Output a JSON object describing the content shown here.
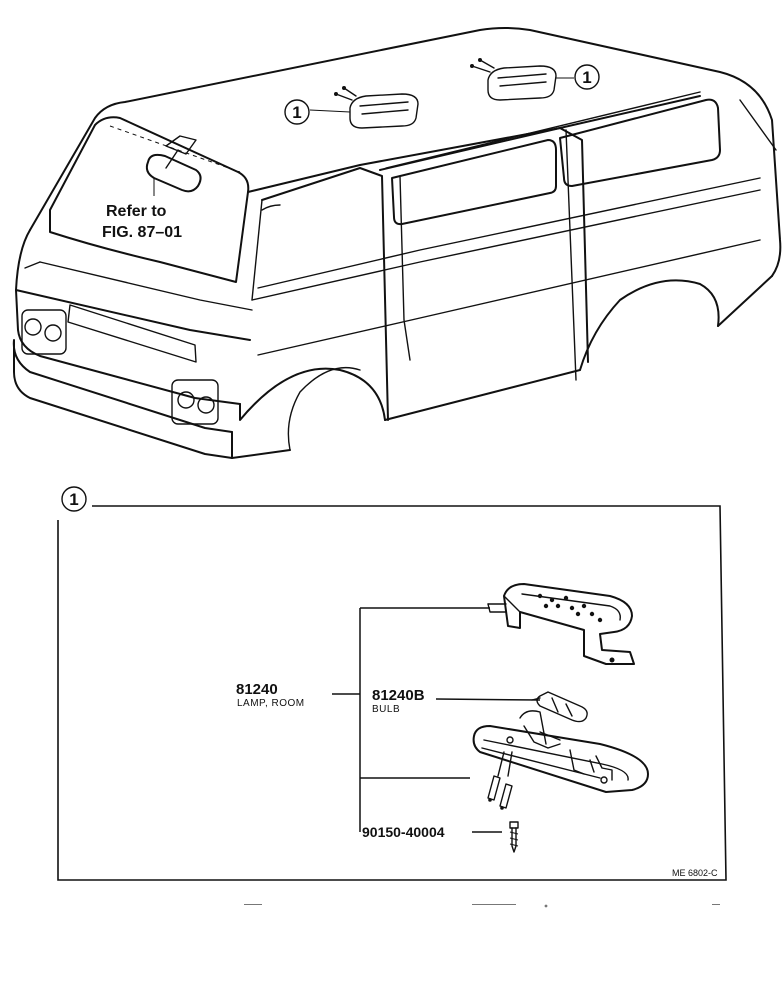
{
  "vehicle": {
    "reference_line1": "Refer to",
    "reference_line2": "FIG. 87–01",
    "callout_top_left": "①",
    "callout_top_right": "①"
  },
  "detail": {
    "callout": "①",
    "parts": [
      {
        "code": "81240",
        "desc": "LAMP, ROOM"
      },
      {
        "code": "81240B",
        "desc": "BULB"
      },
      {
        "code": "90150-40004",
        "desc": ""
      }
    ]
  },
  "drawing_number": "ME 6802-C"
}
